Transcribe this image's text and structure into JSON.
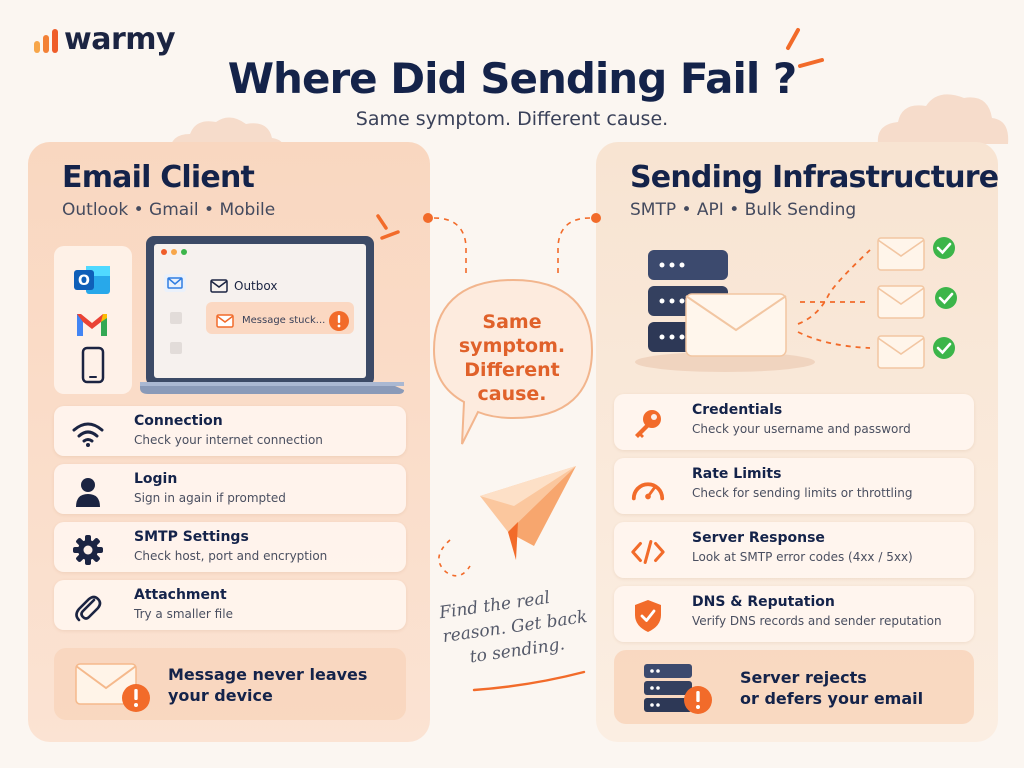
{
  "brand": {
    "logo_text": "warmy"
  },
  "header": {
    "title": "Where Did Sending Fail ?",
    "subtitle": "Same symptom. Different cause."
  },
  "colors": {
    "accent_orange": "#f26b2a",
    "navy": "#14234a",
    "success_green": "#3cb54a",
    "left_panel": "#f9d7c0",
    "right_panel": "#f8e4d2"
  },
  "left_panel": {
    "title": "Email Client",
    "subtitle": "Outlook • Gmail • Mobile",
    "app_icons": [
      "outlook-icon",
      "gmail-icon",
      "phone-icon"
    ],
    "laptop": {
      "folder_label": "Outbox",
      "stuck_message": "Message stuck..."
    },
    "items": [
      {
        "title": "Connection",
        "desc": "Check your internet connection",
        "icon": "wifi-icon"
      },
      {
        "title": "Login",
        "desc": "Sign in again if prompted",
        "icon": "user-icon"
      },
      {
        "title": "SMTP Settings",
        "desc": "Check host, port and encryption",
        "icon": "gear-icon"
      },
      {
        "title": "Attachment",
        "desc": "Try a smaller file",
        "icon": "paperclip-icon"
      }
    ],
    "alert": {
      "line1": "Message never leaves",
      "line2": "your device",
      "icon": "envelope-warning-icon"
    }
  },
  "center": {
    "bubble": {
      "line1": "Same",
      "line2": "symptom.",
      "line3": "Different",
      "line4": "cause."
    },
    "handwritten": {
      "line1": "Find the real",
      "line2": "reason. Get back",
      "line3": "to sending."
    }
  },
  "right_panel": {
    "title": "Sending Infrastructure",
    "subtitle": "SMTP • API • Bulk Sending",
    "items": [
      {
        "title": "Credentials",
        "desc": "Check your username and password",
        "icon": "key-icon"
      },
      {
        "title": "Rate Limits",
        "desc": "Check for sending limits or throttling",
        "icon": "gauge-icon"
      },
      {
        "title": "Server Response",
        "desc": "Look at SMTP error codes (4xx / 5xx)",
        "icon": "code-icon"
      },
      {
        "title": "DNS & Reputation",
        "desc": "Verify DNS records and sender reputation",
        "icon": "shield-icon"
      }
    ],
    "alert": {
      "line1": "Server rejects",
      "line2": "or defers your email",
      "icon": "server-warning-icon"
    }
  }
}
